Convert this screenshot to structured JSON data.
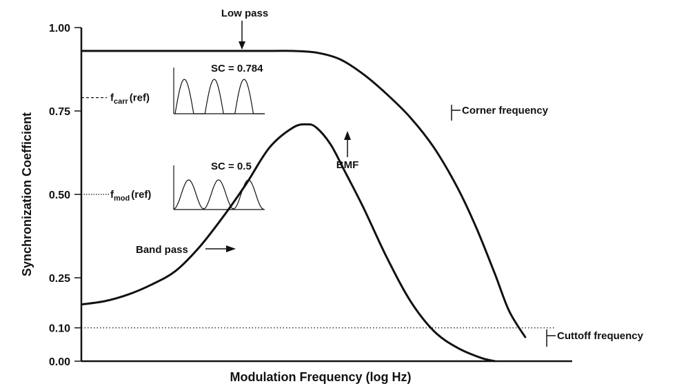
{
  "chart_data": {
    "type": "line",
    "title": "",
    "xlabel": "Modulation Frequency (log Hz)",
    "ylabel": "Synchronization Coefficient",
    "ylim": [
      0,
      1
    ],
    "yticks": [
      {
        "value": 0.0,
        "label": "0.00"
      },
      {
        "value": 0.1,
        "label": "0.10"
      },
      {
        "value": 0.25,
        "label": "0.25"
      },
      {
        "value": 0.5,
        "label": "0.50"
      },
      {
        "value": 0.75,
        "label": "0.75"
      },
      {
        "value": 1.0,
        "label": "1.00"
      }
    ],
    "x_scale": "log (unlabeled)",
    "grid": false,
    "legend": "none",
    "series": [
      {
        "key": "low-pass",
        "x": [
          0.0,
          0.1,
          0.2,
          0.3,
          0.4,
          0.45,
          0.5,
          0.55,
          0.6,
          0.65,
          0.7,
          0.75,
          0.8,
          0.84,
          0.88,
          0.91,
          0.945
        ],
        "y": [
          0.93,
          0.93,
          0.93,
          0.93,
          0.93,
          0.93,
          0.925,
          0.905,
          0.86,
          0.8,
          0.73,
          0.64,
          0.52,
          0.4,
          0.26,
          0.15,
          0.07
        ]
      },
      {
        "key": "band-pass",
        "x": [
          0.0,
          0.05,
          0.1,
          0.15,
          0.2,
          0.25,
          0.3,
          0.35,
          0.4,
          0.45,
          0.48,
          0.5,
          0.53,
          0.56,
          0.6,
          0.65,
          0.7,
          0.75,
          0.8,
          0.85,
          0.88
        ],
        "y": [
          0.17,
          0.18,
          0.2,
          0.23,
          0.27,
          0.34,
          0.43,
          0.53,
          0.64,
          0.7,
          0.71,
          0.7,
          0.65,
          0.57,
          0.46,
          0.31,
          0.18,
          0.09,
          0.04,
          0.01,
          0.0
        ]
      }
    ],
    "reference_lines": [
      {
        "key": "fcarr",
        "y": 0.79,
        "style": "dashed",
        "label_main": "f",
        "label_sub": "carr",
        "label_rest": "(ref)"
      },
      {
        "key": "fmod",
        "y": 0.5,
        "style": "dotted",
        "label_main": "f",
        "label_sub": "mod",
        "label_rest": "(ref)"
      },
      {
        "key": "cutoff",
        "y": 0.1,
        "style": "dotted"
      }
    ],
    "annotations": {
      "low_pass": "Low pass",
      "band_pass": "Band pass",
      "bmf": "BMF",
      "corner": "Corner frequency",
      "cutoff": "Cuttoff frequency"
    },
    "insets": [
      {
        "key": "sc1",
        "label": "SC = 0.784",
        "waveform": "half-wave rectified"
      },
      {
        "key": "sc2",
        "label": "SC = 0.5",
        "waveform": "sinusoid"
      }
    ]
  }
}
